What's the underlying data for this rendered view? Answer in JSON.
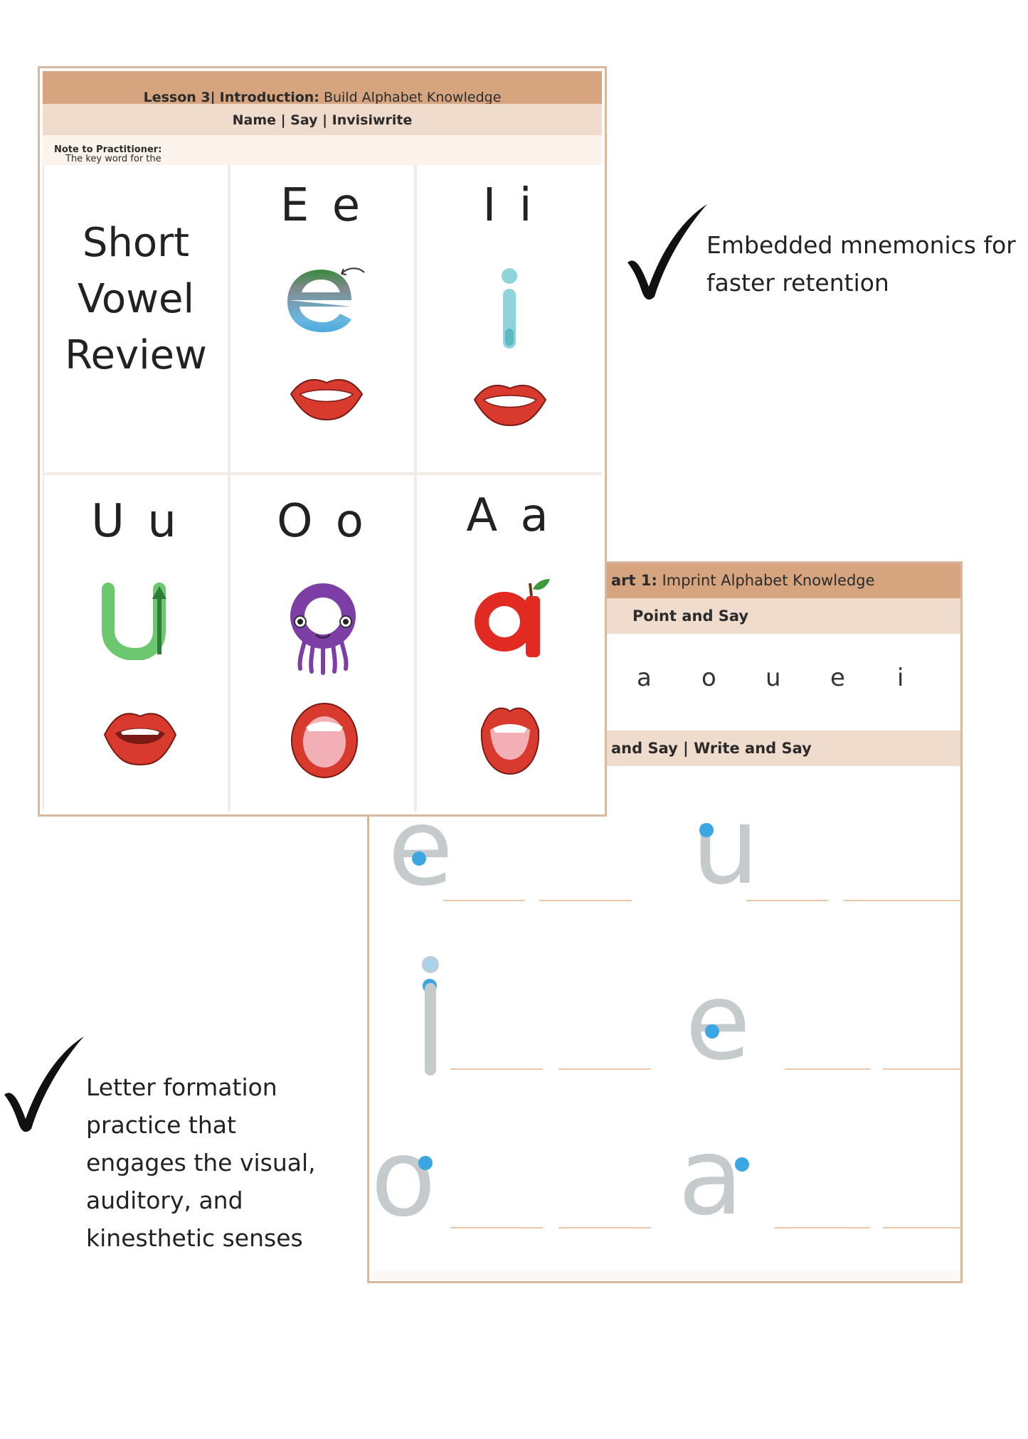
{
  "card_a": {
    "header": {
      "lesson": "Lesson 3|",
      "intro": "Introduction:",
      "topic": "Build Alphabet Knowledge"
    },
    "subheader": "Name | Say | Invisiwrite",
    "note_label": "Note to Practitioner:",
    "note_text": "The key word for the short e sound is edge ( Ee edge /e/)",
    "review_title": [
      "Short",
      "Vowel",
      "Review"
    ],
    "vowels": [
      {
        "pair": "E e",
        "letter": "e",
        "color": "#7f8a8e"
      },
      {
        "pair": "I i",
        "letter": "i",
        "color": "#8fd3db"
      },
      {
        "pair": "U u",
        "letter": "u",
        "color": "#6cc76f"
      },
      {
        "pair": "O o",
        "letter": "o",
        "color": "#7d3fa6"
      },
      {
        "pair": "A a",
        "letter": "a",
        "color": "#e02a22"
      }
    ]
  },
  "card_b": {
    "header": {
      "part": "art 1:",
      "topic": "Imprint Alphabet Knowledge"
    },
    "subheader1": "Point and Say",
    "letters": [
      "a",
      "o",
      "u",
      "e",
      "i"
    ],
    "subheader2": "and Say | Write and Say",
    "trace_rows": [
      [
        "e",
        "u"
      ],
      [
        "i",
        "e"
      ],
      [
        "o",
        "a"
      ]
    ]
  },
  "notes": {
    "top": [
      "Embedded mnemonics for",
      "faster retention"
    ],
    "bottom": [
      "Letter formation",
      "practice that",
      "engages the visual,",
      "auditory, and",
      "kinesthetic senses"
    ]
  },
  "colors": {
    "header_dark": "#d6a47e",
    "header_light": "#f0dccc",
    "border": "#d8b89e",
    "trace_gray": "#c5cacd",
    "dot_blue": "#3aa7e2",
    "lip_red": "#d93a2e"
  }
}
